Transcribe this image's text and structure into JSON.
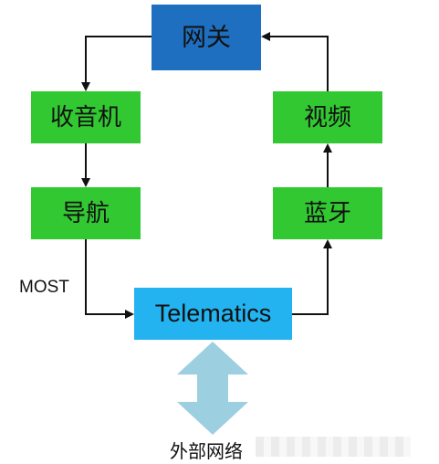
{
  "nodes": {
    "gateway": "网关",
    "radio": "收音机",
    "navigation": "导航",
    "telematics": "Telematics",
    "bluetooth": "蓝牙",
    "video": "视频"
  },
  "edge_labels": {
    "most": "MOST"
  },
  "external": {
    "label": "外部网络"
  },
  "colors": {
    "gateway_fill": "#1f6fc0",
    "ecu_fill": "#32c832",
    "telematics_fill": "#22b3f0",
    "external_arrow": "#9ccfe0",
    "line": "#111111"
  }
}
